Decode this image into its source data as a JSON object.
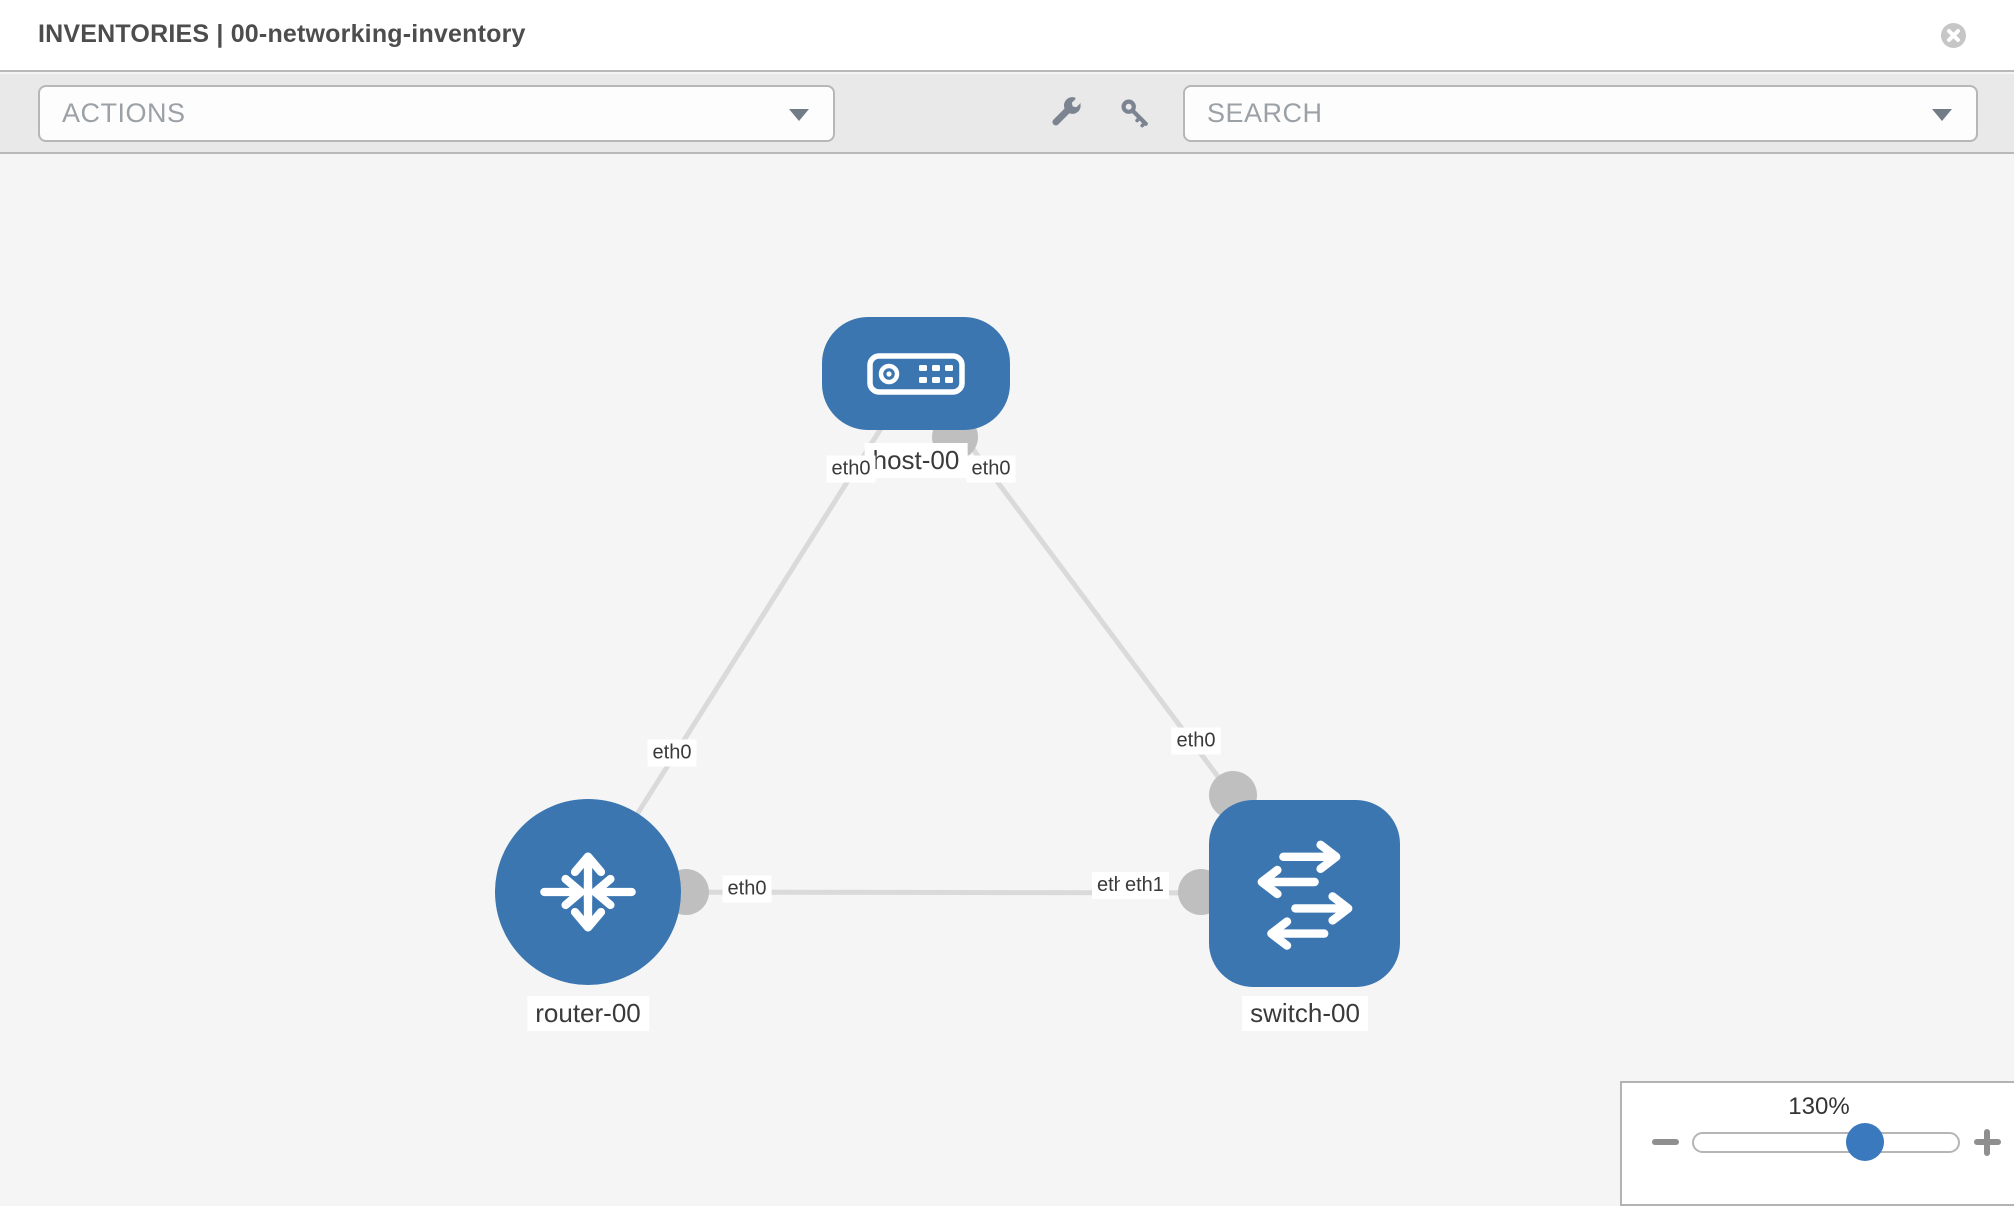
{
  "header": {
    "title": "INVENTORIES | 00-networking-inventory"
  },
  "toolbar": {
    "actions": {
      "label": "ACTIONS"
    },
    "search": {
      "placeholder": "SEARCH"
    },
    "icons": [
      {
        "name": "wrench-icon"
      },
      {
        "name": "key-icon"
      }
    ]
  },
  "canvas": {
    "nodes": [
      {
        "name": "host-00",
        "type": "host"
      },
      {
        "name": "router-00",
        "type": "router"
      },
      {
        "name": "switch-00",
        "type": "switch"
      }
    ],
    "links": [
      {
        "from": "host-00",
        "to": "router-00"
      },
      {
        "from": "host-00",
        "to": "switch-00"
      },
      {
        "from": "router-00",
        "to": "switch-00"
      }
    ],
    "labels": [
      {
        "text": "eth0"
      },
      {
        "text": "eth0"
      },
      {
        "text": "eth0"
      },
      {
        "text": "eth0"
      },
      {
        "text": "eth0"
      },
      {
        "text": "eth1"
      },
      {
        "text": "eth1"
      }
    ]
  },
  "zoom_control": {
    "level": "130%"
  },
  "colors": {
    "node_blue": "#3c76b1",
    "link_gray": "#dadada",
    "port_gray": "#bfbfbf",
    "toolbar_gray": "#e9e9e9",
    "canvas_gray": "#f5f5f5"
  }
}
